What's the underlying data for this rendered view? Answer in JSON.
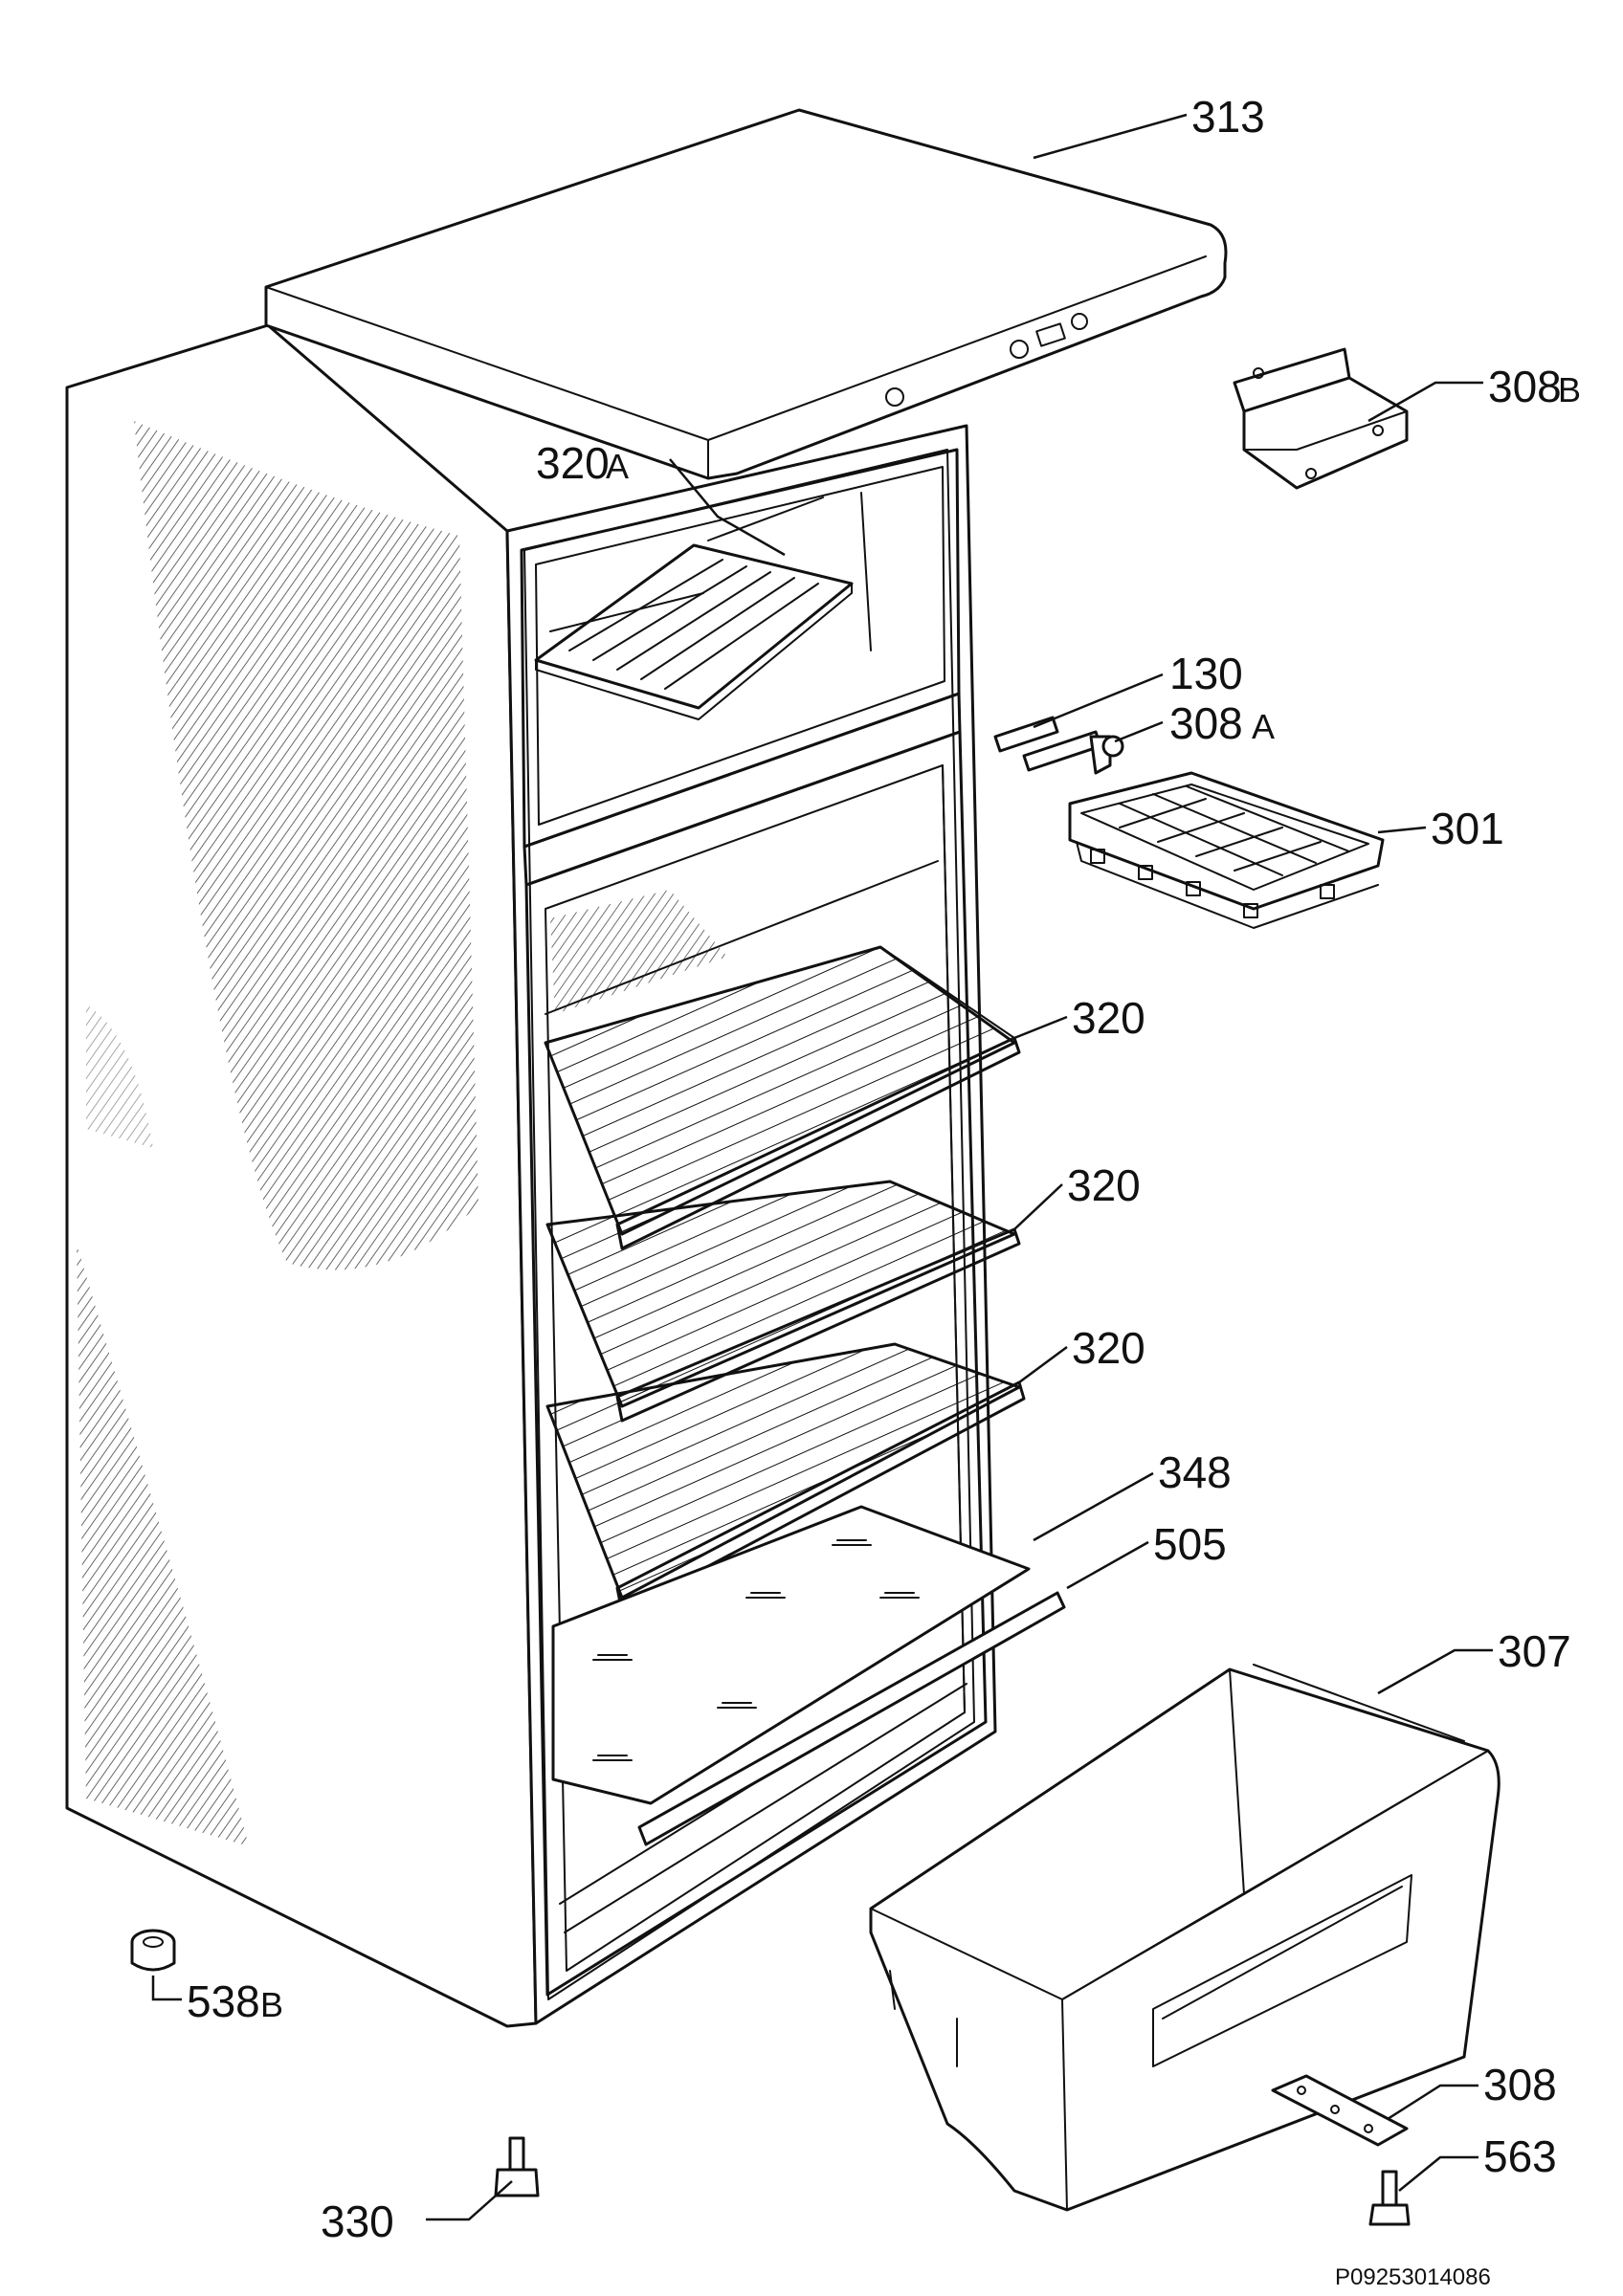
{
  "diagram": {
    "reference_code": "P09253014086",
    "callouts": [
      {
        "id": "313",
        "number": "313",
        "suffix": ""
      },
      {
        "id": "308B",
        "number": "308",
        "suffix": "B"
      },
      {
        "id": "320A",
        "number": "320",
        "suffix": "A"
      },
      {
        "id": "130",
        "number": "130",
        "suffix": ""
      },
      {
        "id": "308A",
        "number": "308",
        "suffix": "A"
      },
      {
        "id": "301",
        "number": "301",
        "suffix": ""
      },
      {
        "id": "320-1",
        "number": "320",
        "suffix": ""
      },
      {
        "id": "320-2",
        "number": "320",
        "suffix": ""
      },
      {
        "id": "320-3",
        "number": "320",
        "suffix": ""
      },
      {
        "id": "348",
        "number": "348",
        "suffix": ""
      },
      {
        "id": "505",
        "number": "505",
        "suffix": ""
      },
      {
        "id": "307",
        "number": "307",
        "suffix": ""
      },
      {
        "id": "538B",
        "number": "538",
        "suffix": "B"
      },
      {
        "id": "308",
        "number": "308",
        "suffix": ""
      },
      {
        "id": "563",
        "number": "563",
        "suffix": ""
      },
      {
        "id": "330",
        "number": "330",
        "suffix": ""
      }
    ]
  }
}
